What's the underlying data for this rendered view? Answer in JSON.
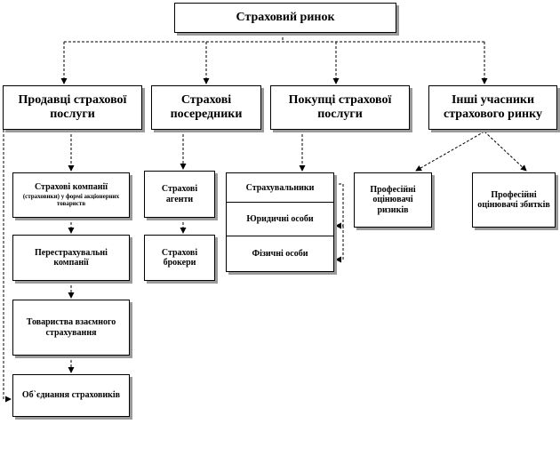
{
  "title": "Страховий ринок",
  "columns": [
    {
      "label": "Продавці страхової послуги"
    },
    {
      "label": "Страхові посередники"
    },
    {
      "label": "Покупці страхової послуги"
    },
    {
      "label": "Інші учасники страхового ринку"
    }
  ],
  "sellers": {
    "companies_main": "Страхові компанії",
    "companies_sub": "(страховики) у формі акціонерних товариств",
    "reinsurers": "Перестрахувальні компанії",
    "mutual": "Товариства взаємного страхування",
    "associations": "Об`єднання страховиків"
  },
  "intermediaries": {
    "agents": "Страхові агенти",
    "brokers": "Страхові брокери"
  },
  "buyers": {
    "insured": "Страхувальники",
    "legal": "Юридичні особи",
    "individuals": "Фізичні особи"
  },
  "others": {
    "risk_assessors": "Професійні оцінювачі ризиків",
    "loss_assessors": "Професійні оцінювачі збитків"
  }
}
